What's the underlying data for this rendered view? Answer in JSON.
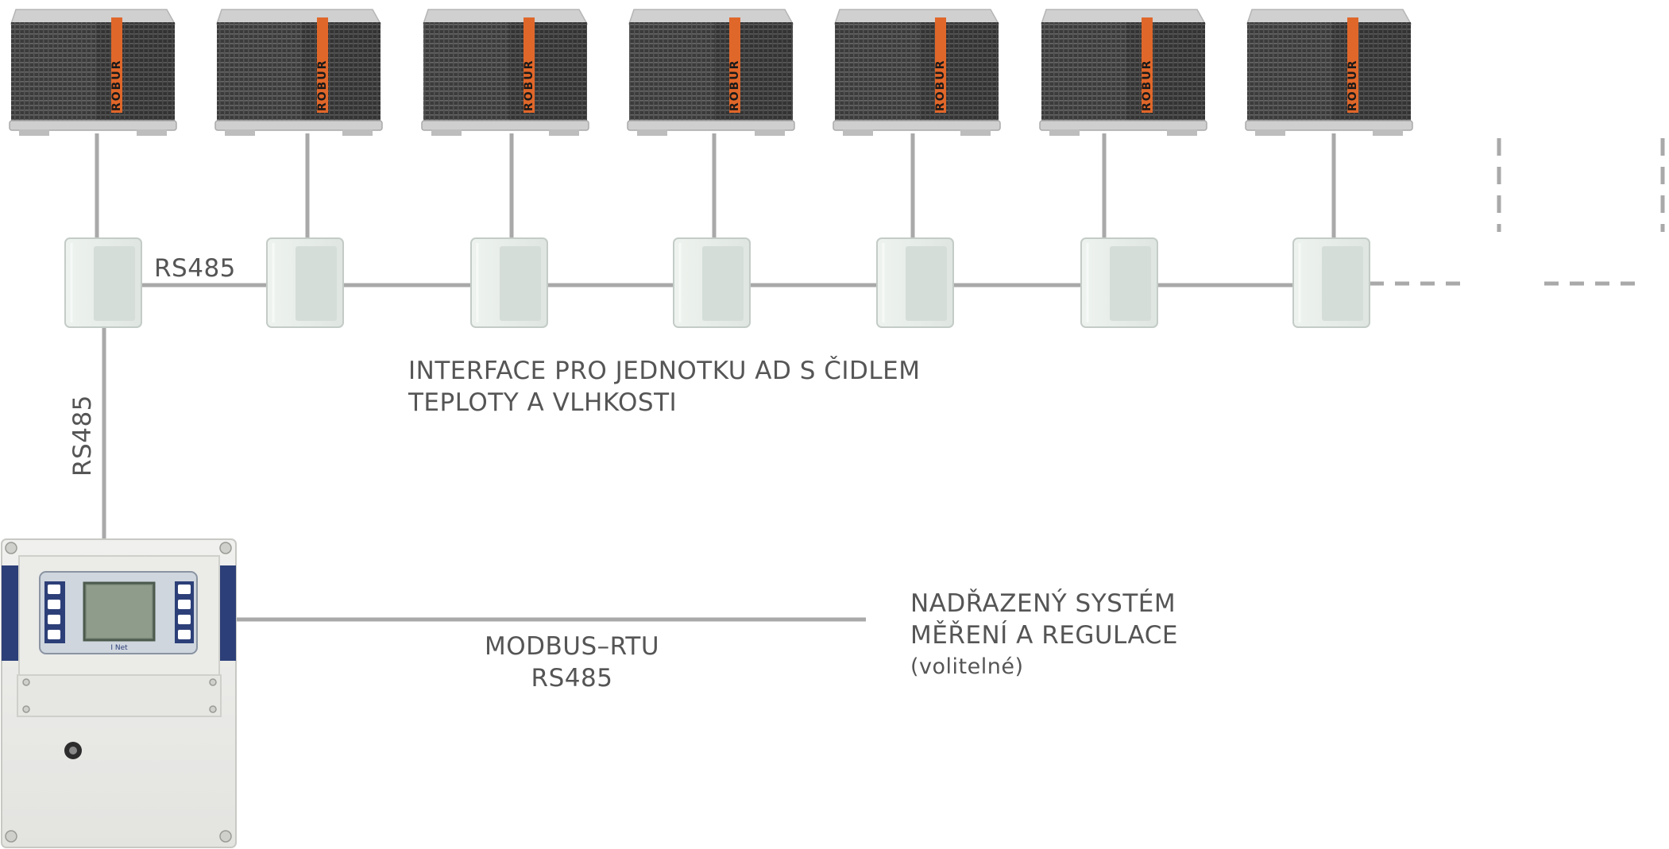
{
  "units": {
    "brand": "ROBUR",
    "count": 7
  },
  "labels": {
    "rs485_horizontal": "RS485",
    "rs485_vertical": "RS485",
    "interface_line1": "INTERFACE PRO JEDNOTKU AD S ČIDLEM",
    "interface_line2": "TEPLOTY A VLHKOSTI",
    "modbus_line1": "MODBUS–RTU",
    "modbus_line2": "RS485",
    "supervisor_line1": "NADŘAZENÝ SYSTÉM",
    "supervisor_line2": "MĚŘENÍ A REGULACE",
    "supervisor_line3": "(volitelné)",
    "controller_brand": "I Net"
  },
  "colors": {
    "wire": "#a9a9a9",
    "unit_body": "#3a3a3a",
    "unit_frame": "#c9c9c9",
    "brand_orange": "#e0672a",
    "box": "#e4ebe6",
    "controller_blue": "#2c3f78",
    "text": "#555555"
  }
}
